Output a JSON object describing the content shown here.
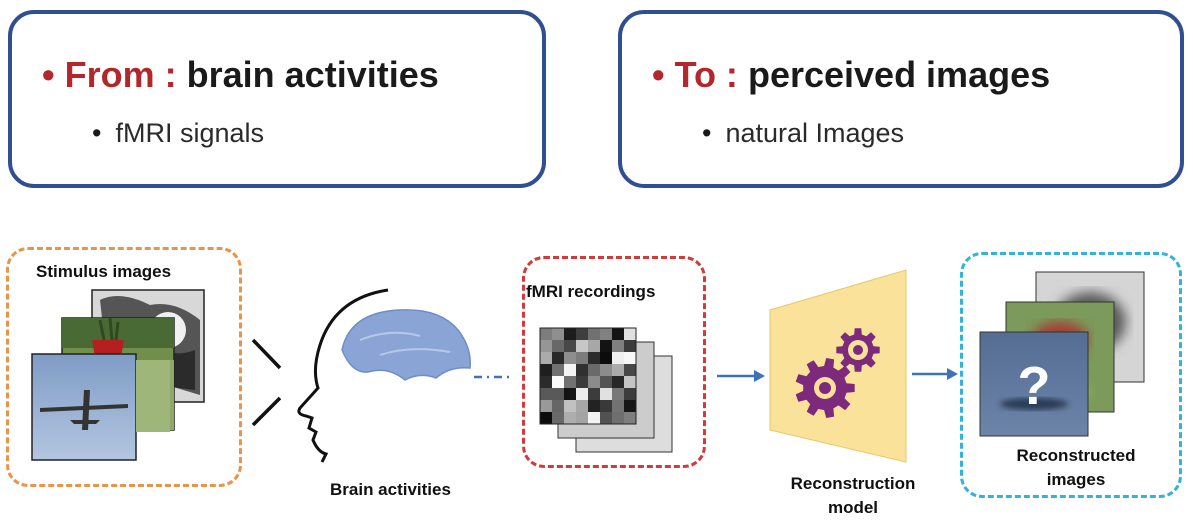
{
  "from_box": {
    "bullet": "•",
    "keyword": "From :",
    "heading": "brain activities",
    "sub_bullet": "•",
    "sub_item": "fMRI signals"
  },
  "to_box": {
    "bullet": "•",
    "keyword": "To :",
    "heading": "perceived images",
    "sub_bullet": "•",
    "sub_item": "natural Images"
  },
  "diagram": {
    "stimulus_label": "Stimulus images",
    "brain_label": "Brain activities",
    "fmri_label": "fMRI recordings",
    "model_label_line1": "Reconstruction",
    "model_label_line2": "model",
    "recon_label_line1": "Reconstructed",
    "recon_label_line2": "images",
    "unknown_glyph": "?"
  },
  "colors": {
    "box_border": "#2f4f91",
    "keyword_red": "#b3262b",
    "stimulus_frame": "#e8944a",
    "fmri_frame": "#d33a3a",
    "recon_frame": "#34b2dc",
    "arrow_blue": "#3c73b8",
    "model_fill": "#fbe29a",
    "gear_purple": "#7d2a7c",
    "brain_blue": "#8aa4d6"
  }
}
